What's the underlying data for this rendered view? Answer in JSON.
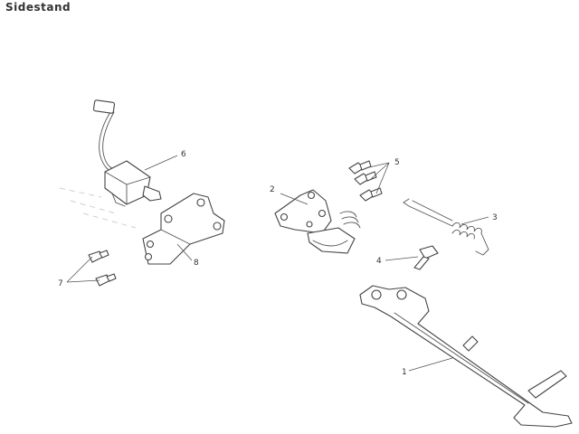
{
  "title": "Sidestand",
  "callouts": {
    "c1": "1",
    "c2": "2",
    "c3": "3",
    "c4": "4",
    "c5": "5",
    "c6": "6",
    "c7": "7",
    "c8": "8"
  },
  "colors": {
    "line": "#444444",
    "text": "#333333",
    "background": "#ffffff"
  }
}
